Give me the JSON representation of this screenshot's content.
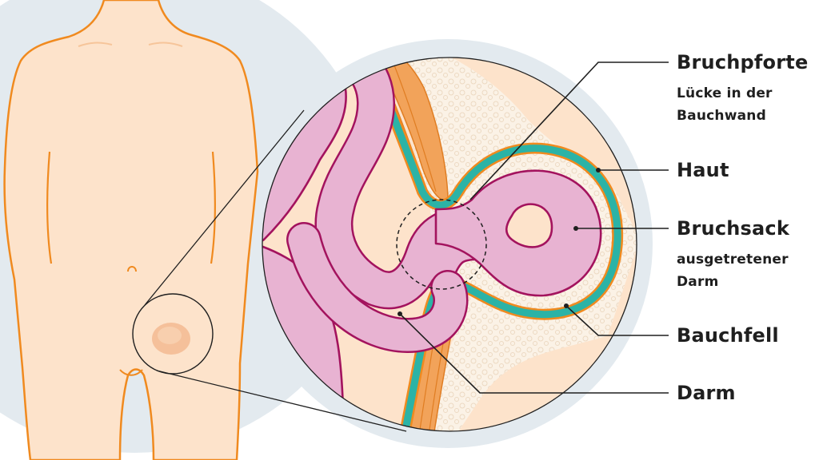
{
  "labels": {
    "bruchpforte": {
      "title": "Bruchpforte",
      "sub1": "Lücke in der",
      "sub2": "Bauchwand"
    },
    "haut": {
      "title": "Haut"
    },
    "bruchsack": {
      "title": "Bruchsack",
      "sub1": "ausgetretener",
      "sub2": "Darm"
    },
    "bauchfell": {
      "title": "Bauchfell"
    },
    "darm": {
      "title": "Darm"
    }
  },
  "colors": {
    "background_circle": "#e3eaef",
    "skin": "#fde3cb",
    "skin_outline": "#f08a1f",
    "muscle": "#f2a35a",
    "muscle_stripes": "#e07d22",
    "peritoneum": "#2bb3a6",
    "intestine": "#e8b3d2",
    "intestine_outline": "#a3135e",
    "fat": "#fbf2e6",
    "label_text": "#1f1f1f",
    "leader_line": "#1f1f1f"
  }
}
